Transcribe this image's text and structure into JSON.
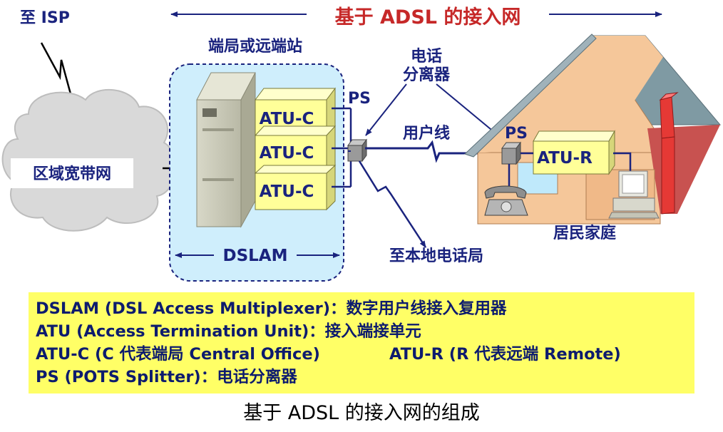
{
  "header": {
    "to_isp": "至 ISP",
    "title": "基于 ADSL 的接入网"
  },
  "labels": {
    "station": "端局或远端站",
    "cloud": "区域宽带网",
    "dslam": "DSLAM",
    "atu_c": [
      "ATU-C",
      "ATU-C",
      "ATU-C"
    ],
    "ps_left": "PS",
    "splitter_line1": "电话",
    "splitter_line2": "分离器",
    "user_line": "用户线",
    "ps_right": "PS",
    "atu_r": "ATU-R",
    "to_phone_office": "至本地电话局",
    "home": "居民家庭"
  },
  "legend": [
    {
      "text": "DSLAM (DSL Access Multiplexer)：数字用户线接入复用器"
    },
    {
      "text": "ATU (Access Termination Unit)：接入端接单元"
    },
    {
      "text": "ATU-C (C 代表端局 Central Office)",
      "text2": "ATU-R (R 代表远端 Remote)"
    },
    {
      "text": "PS (POTS Splitter)：电话分离器"
    }
  ],
  "caption": "基于 ADSL 的接入网的组成",
  "colors": {
    "navy": "#1a237e",
    "title_red": "#c62828",
    "legend_bg": "#ffff66",
    "dslam_bg": "#cfeefc",
    "atu_box": "#ffff99",
    "house_wall": "#f5c79a",
    "roof": "#7f9aa3",
    "chimney": "#e53935"
  }
}
